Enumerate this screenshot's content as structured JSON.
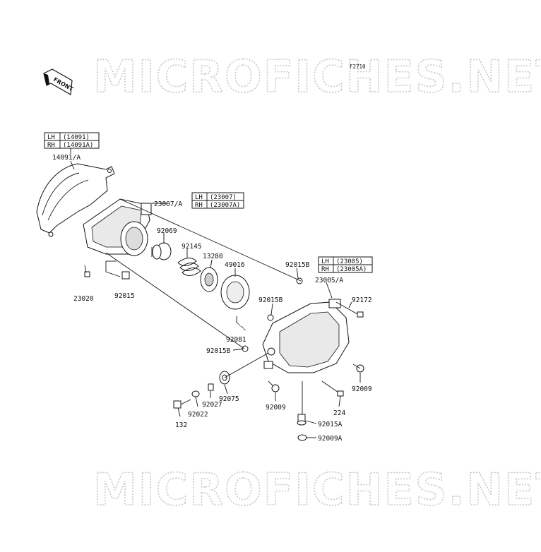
{
  "diagram_code": "F2710",
  "watermark": "MICROFICHES.NET",
  "front_arrow": "FRONT",
  "boxes": [
    {
      "id": "box-14091",
      "rows": [
        [
          "LH",
          "(14091)"
        ],
        [
          "RH",
          "(14091A)"
        ]
      ]
    },
    {
      "id": "box-23007",
      "rows": [
        [
          "LH",
          "(23007)"
        ],
        [
          "RH",
          "(23007A)"
        ]
      ]
    },
    {
      "id": "box-23005",
      "rows": [
        [
          "LH",
          "(23005)"
        ],
        [
          "RH",
          "(23005A)"
        ]
      ]
    }
  ],
  "parts": {
    "p14091A": "14091/A",
    "p23007A": "23007/A",
    "p92069": "92069",
    "p92145": "92145",
    "p13280": "13280",
    "p49016": "49016",
    "p92015B_1": "92015B",
    "p23005A": "23005/A",
    "p92172": "92172",
    "p92015B_2": "92015B",
    "p23020": "23020",
    "p92015": "92015",
    "p92081": "92081",
    "p92015B_3": "92015B",
    "p92075": "92075",
    "p92027": "92027",
    "p92022": "92022",
    "p132": "132",
    "p92009_1": "92009",
    "p92009_2": "92009",
    "p224": "224",
    "p92015A": "92015A",
    "p92009A": "92009A"
  }
}
